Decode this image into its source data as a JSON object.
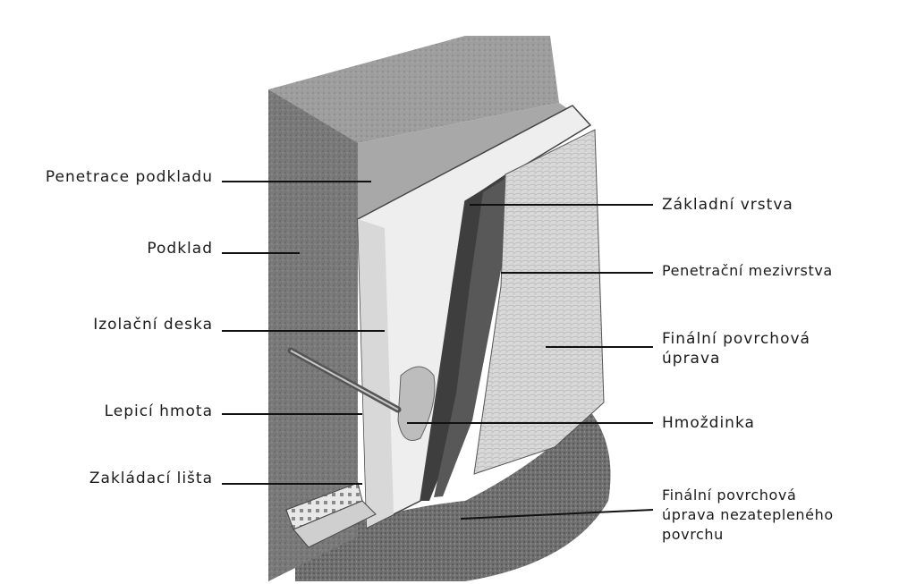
{
  "labels_left": [
    {
      "id": "penetrace-podkladu",
      "text": "Penetrace podkladu"
    },
    {
      "id": "podklad",
      "text": "Podklad"
    },
    {
      "id": "izolacni-deska",
      "text": "Izolační deska"
    },
    {
      "id": "lepici-hmota",
      "text": "Lepicí hmota"
    },
    {
      "id": "zakladaci-lista",
      "text": "Zakládací lišta"
    }
  ],
  "labels_right": [
    {
      "id": "zakladni-vrstva",
      "text": "Základní vrstva"
    },
    {
      "id": "penetracni-mezivrstva",
      "text": "Penetrační mezivrstva"
    },
    {
      "id": "finalni-upravka",
      "text": "Finální povrchová\núprava"
    },
    {
      "id": "hmozdinka",
      "text": "Hmoždinka"
    },
    {
      "id": "finalni-nezateplene",
      "text": "Finální povrchová\núprava nezatepleného\npovrchu"
    }
  ],
  "colors": {
    "wall_front": "#7a7a7a",
    "wall_top": "#9c9c9c",
    "insulation": "#ececec",
    "base_coat": "#4a4a4a",
    "finish": "#d6d6d6",
    "ground": "#6a6a6a",
    "line": "#111111"
  }
}
